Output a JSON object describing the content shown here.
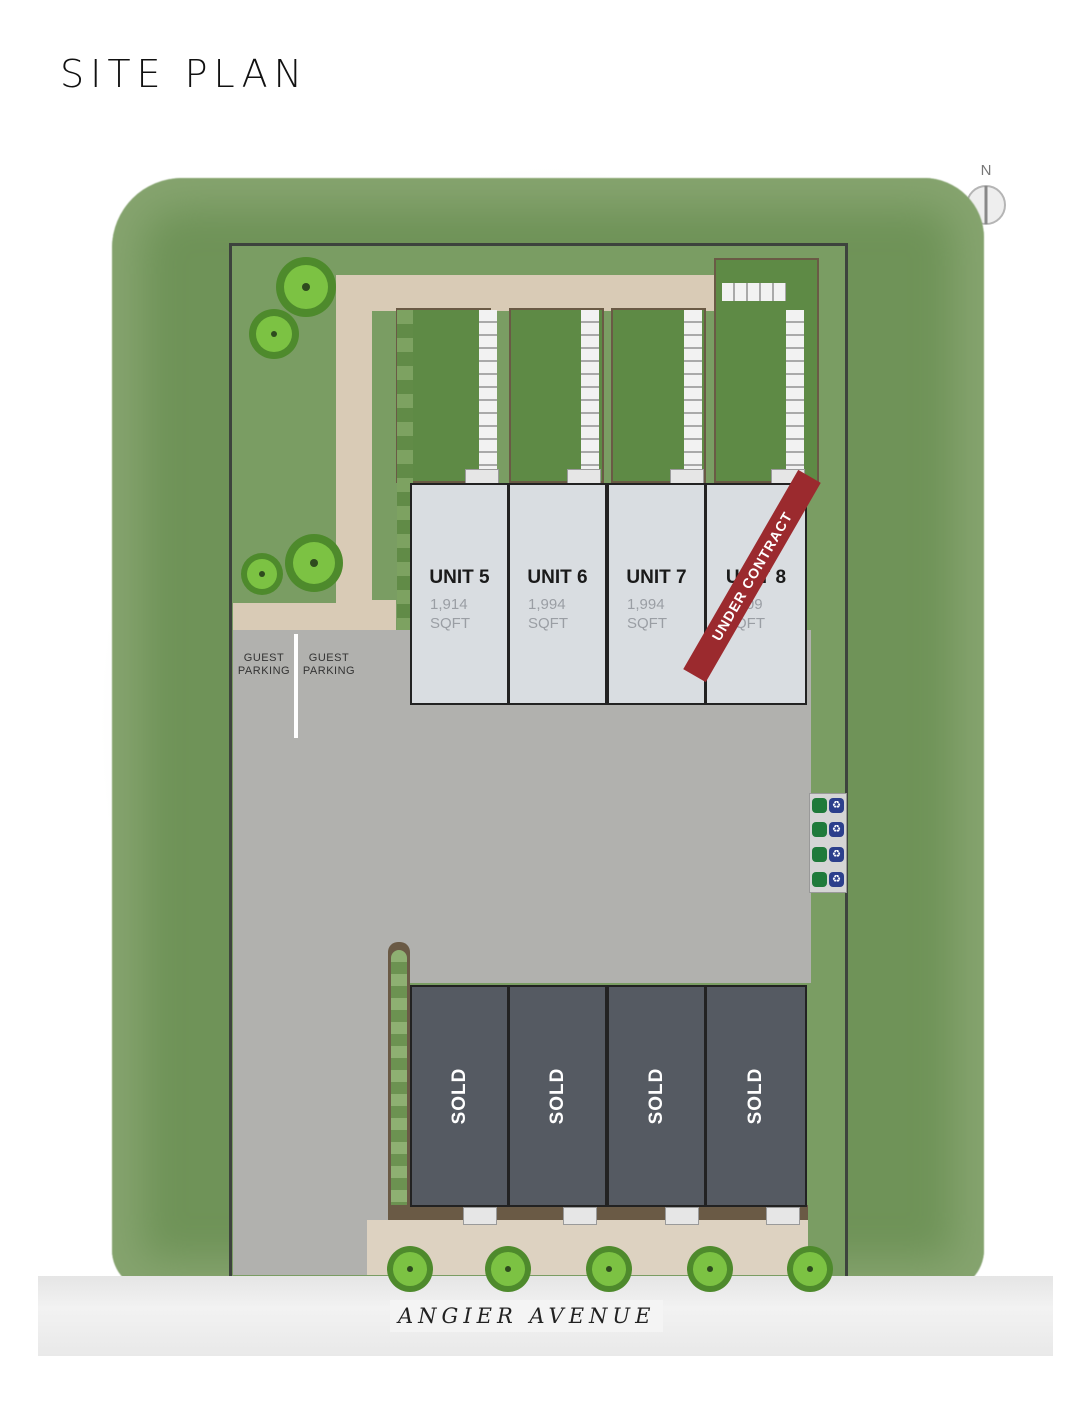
{
  "page": {
    "title": "SITE PLAN"
  },
  "compass": {
    "label": "N"
  },
  "parking": {
    "left_label": "GUEST\nPARKING",
    "right_label": "GUEST\nPARKING"
  },
  "units": [
    {
      "name": "UNIT 5",
      "sqft_value": "1,914",
      "sqft_unit": "SQFT"
    },
    {
      "name": "UNIT 6",
      "sqft_value": "1,994",
      "sqft_unit": "SQFT"
    },
    {
      "name": "UNIT 7",
      "sqft_value": "1,994",
      "sqft_unit": "SQFT"
    },
    {
      "name": "UNIT 8",
      "sqft_value": "2,009",
      "sqft_unit": "SQFT"
    }
  ],
  "under_contract": "UNDER CONTRACT",
  "sold_units": [
    {
      "label": "SOLD"
    },
    {
      "label": "SOLD"
    },
    {
      "label": "SOLD"
    },
    {
      "label": "SOLD"
    }
  ],
  "bins": {
    "recycle_symbol": "♻"
  },
  "street": {
    "name": "ANGIER AVENUE"
  },
  "colors": {
    "grass": "#6f9358",
    "paving": "#b1b1ae",
    "unit_available": "#d9dde1",
    "unit_sold": "#555a62",
    "under_contract_ribbon": "#9b2a2e"
  }
}
